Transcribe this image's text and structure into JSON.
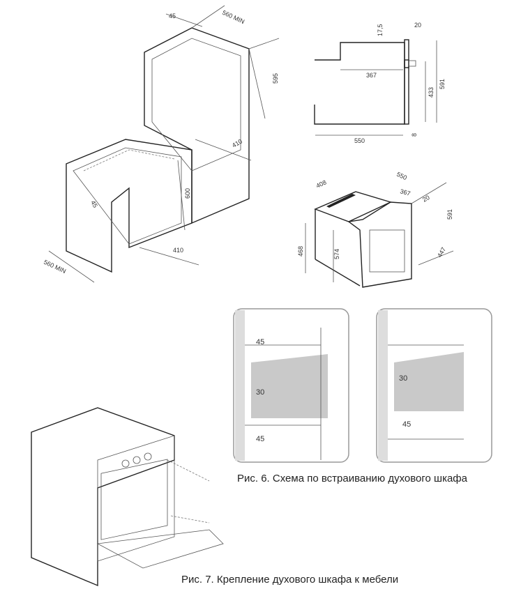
{
  "figure_left_iso": {
    "labels": {
      "top_depth": "45",
      "top_width": "560 MIN",
      "top_height": "595",
      "top_depth2": "410",
      "bottom_depth": "45",
      "bottom_height": "600",
      "bottom_depth2": "410",
      "bottom_width": "560 MIN"
    }
  },
  "figure_side": {
    "labels": {
      "gap": "17,5",
      "front": "20",
      "depth_upper": "367",
      "height_front": "433",
      "height_total": "591",
      "depth_total": "550",
      "bottom": "8"
    }
  },
  "figure_iso_oven": {
    "labels": {
      "width": "408",
      "depth": "550",
      "depth_upper": "367",
      "front": "20",
      "height": "591",
      "width_front": "447",
      "height_rear": "468",
      "height_mid": "574"
    }
  },
  "figure6": {
    "left_labels": [
      "45",
      "30",
      "45"
    ],
    "right_labels": [
      "30",
      "45"
    ],
    "caption": "Рис. 6. Схема по встраиванию духового шкафа"
  },
  "figure7": {
    "caption": "Рис. 7. Крепление духового шкафа к мебели"
  }
}
